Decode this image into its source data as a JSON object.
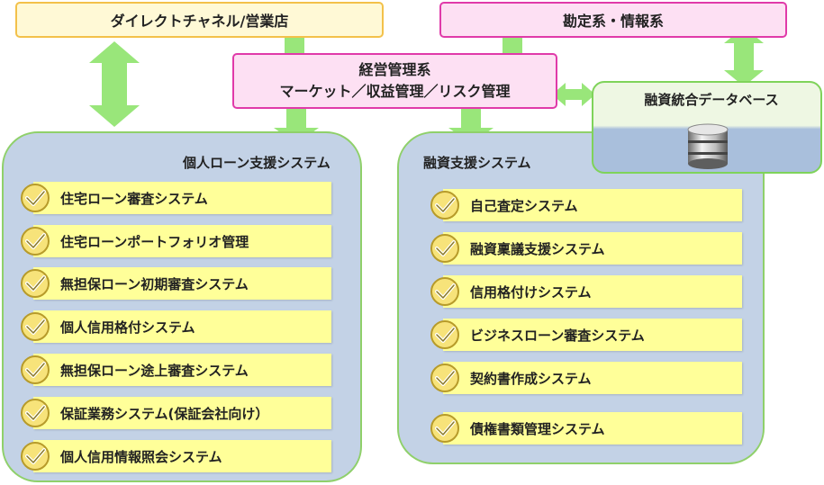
{
  "top": {
    "direct_channel": "ダイレクトチャネル/営業店",
    "accounting_info": "勘定系・情報系"
  },
  "management": {
    "title": "経営管理系",
    "subtitle": "マーケット／収益管理／リスク管理"
  },
  "database": {
    "title": "融資統合データベース",
    "icon": "database-icon"
  },
  "personal_loan": {
    "title": "個人ローン支援システム",
    "items": [
      "住宅ローン審査システム",
      "住宅ローンポートフォリオ管理",
      "無担保ローン初期審査システム",
      "個人信用格付システム",
      "無担保ローン途上審査システム",
      "保証業務システム(保証会社向け）",
      "個人信用情報照会システム"
    ]
  },
  "finance_support": {
    "title": "融資支援システム",
    "items": [
      "自己査定システム",
      "融資稟議支援システム",
      "信用格付けシステム",
      "ビジネスローン審査システム",
      "契約書作成システム",
      "債権書類管理システム"
    ]
  },
  "colors": {
    "arrow": "#99e67a",
    "panel_bg": "#c3d2e6",
    "panel_border": "#8fd06a",
    "item_bg": "#ffff99",
    "pink_border": "#e03aa9",
    "yellow_border": "#f3c14a"
  }
}
